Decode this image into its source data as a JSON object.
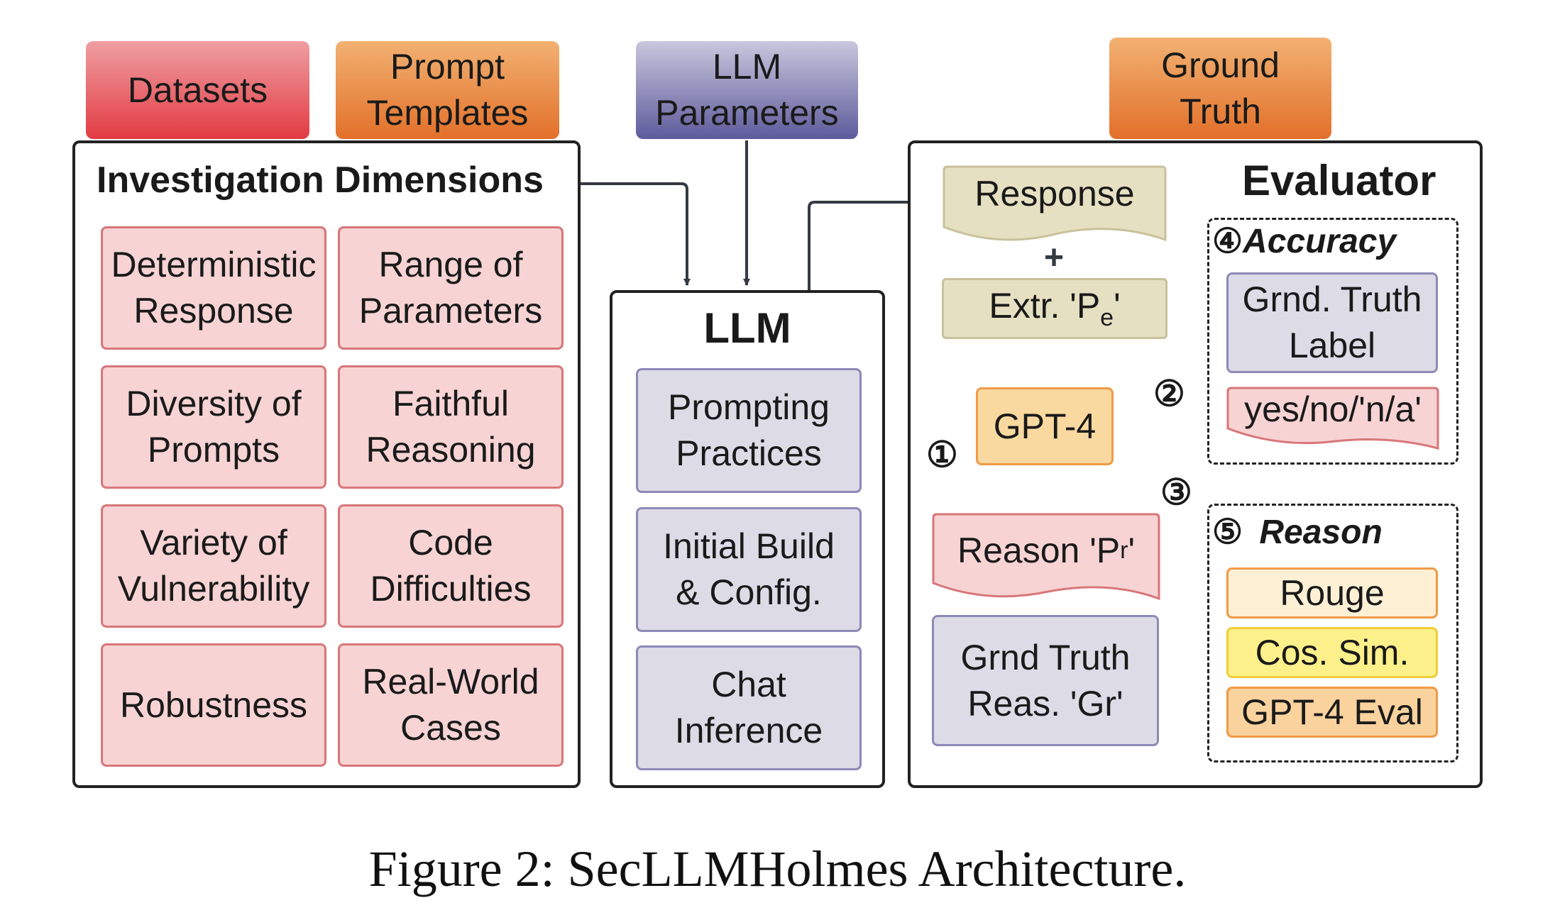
{
  "inputs": {
    "datasets": "Datasets",
    "prompt_templates": [
      "Prompt",
      "Templates"
    ],
    "llm_parameters": [
      "LLM",
      "Parameters"
    ],
    "ground_truth": [
      "Ground",
      "Truth"
    ]
  },
  "investigation": {
    "title": "Investigation Dimensions",
    "items": [
      [
        "Deterministic",
        "Response"
      ],
      [
        "Range of",
        "Parameters"
      ],
      [
        "Diversity of",
        "Prompts"
      ],
      [
        "Faithful",
        "Reasoning"
      ],
      [
        "Variety of",
        "Vulnerability"
      ],
      [
        "Code",
        "Difficulties"
      ],
      [
        "Robustness",
        ""
      ],
      [
        "Real-World",
        "Cases"
      ]
    ]
  },
  "llm": {
    "title": "LLM",
    "items": [
      [
        "Prompting",
        "Practices"
      ],
      [
        "Initial Build",
        "& Config."
      ],
      [
        "Chat",
        "Inference"
      ]
    ]
  },
  "evaluator": {
    "title": "Evaluator",
    "response": "Response",
    "plus": "+",
    "extr_prefix": "Extr. 'P",
    "extr_sub": "e",
    "extr_suffix": "'",
    "gpt4": "GPT-4",
    "reason_prefix": "Reason 'P",
    "reason_sub": "r",
    "reason_suffix": "'",
    "grnd_truth_reas": [
      "Grnd Truth",
      "Reas. 'Gr'"
    ],
    "steps": [
      "①",
      "②",
      "③",
      "④",
      "⑤"
    ],
    "accuracy": {
      "title": "Accuracy",
      "label_box": [
        "Grnd. Truth",
        "Label"
      ],
      "output": "yes/no/'n/a'"
    },
    "reason": {
      "title": "Reason",
      "metrics": [
        "Rouge",
        "Cos. Sim.",
        "GPT-4 Eval"
      ]
    }
  },
  "caption": "Figure 2: SecLLMHolmes Architecture.",
  "colors": {
    "dim_fill": "#f7d3d3",
    "llm_item_fill": "#dcdbe6",
    "doc_fill": "#e6e0c2",
    "gpt4_fill": "#fad9a0",
    "rouge_fill": "#fdf0d5",
    "cossim_fill": "#fcf08a",
    "gpt4eval_fill": "#fad29e"
  }
}
